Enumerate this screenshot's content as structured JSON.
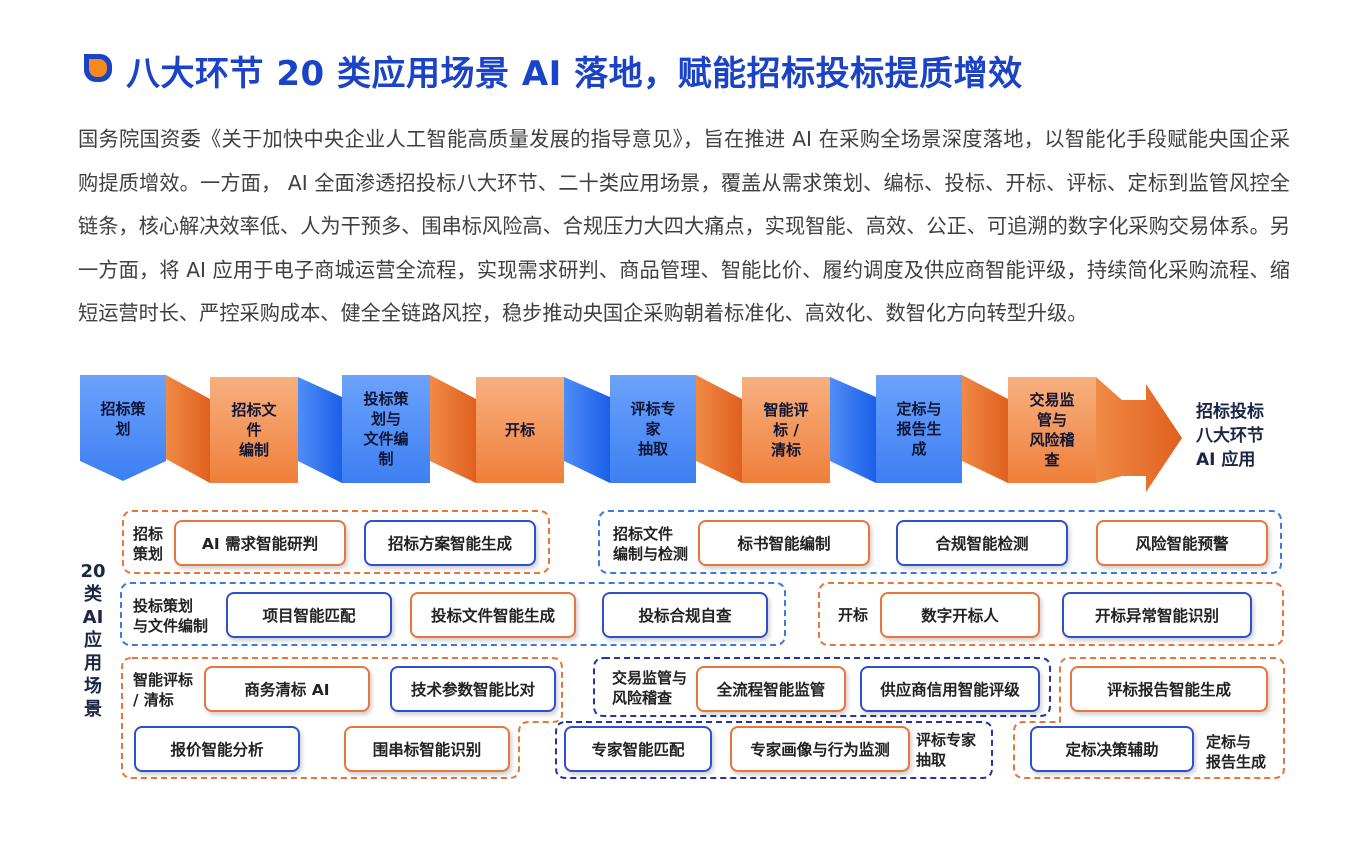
{
  "title": "八大环节 20 类应用场景 AI 落地，赋能招标投标提质增效",
  "paragraph": "国务院国资委《关于加快中央企业人工智能高质量发展的指导意见》，旨在推进 AI 在采购全场景深度落地，以智能化手段赋能央国企采购提质增效。一方面， AI 全面渗透招投标八大环节、二十类应用场景，覆盖从需求策划、编标、投标、开标、评标、定标到监管风控全链条，核心解决效率低、人为干预多、围串标风险高、合规压力大四大痛点，实现智能、高效、公正、可追溯的数字化采购交易体系。另一方面，将 AI 应用于电子商城运营全流程，实现需求研判、商品管理、智能比价、履约调度及供应商智能评级，持续简化采购流程、缩短运营时长、严控采购成本、健全全链路风控，稳步推动央国企采购朝着标准化、高效化、数智化方向转型升级。",
  "colors": {
    "blue": "#4a8cf6",
    "orange": "#f08a45",
    "navy": "#2434a8",
    "title": "#1a43c7",
    "icon": "#f58a1f"
  },
  "flow": {
    "steps": [
      "招标策\n划",
      "招标文\n件\n编制",
      "投标策\n划与\n文件编\n制",
      "开标",
      "评标专\n家\n抽取",
      "智能评\n标 /\n清标",
      "定标与\n报告生\n成",
      "交易监\n管与\n风险稽\n查"
    ],
    "end_label": "招标投标\n八大环节\nAI 应用"
  },
  "side_label": "20\n类\nAI\n应\n用\n场\n景",
  "groups": [
    {
      "label": "招标\n策划",
      "items": [
        "AI  需求智能研判",
        "招标方案智能生成"
      ]
    },
    {
      "label": "招标文件\n编制与检测",
      "items": [
        "标书智能编制",
        "合规智能检测",
        "风险智能预警"
      ]
    },
    {
      "label": "投标策划\n与文件编制",
      "items": [
        "项目智能匹配",
        "投标文件智能生成",
        "投标合规自查"
      ]
    },
    {
      "label": "开标",
      "items": [
        "数字开标人",
        "开标异常智能识别"
      ]
    },
    {
      "label": "智能评标\n/ 清标",
      "items": [
        "商务清标  AI",
        "技术参数智能比对",
        "报价智能分析",
        "围串标智能识别"
      ]
    },
    {
      "label": "交易监管与\n风险稽查",
      "items": [
        "全流程智能监管",
        "供应商信用智能评级"
      ]
    },
    {
      "label": "评标专家\n抽取",
      "items": [
        "专家智能匹配",
        "专家画像与行为监测"
      ]
    },
    {
      "label": "定标与\n报告生成",
      "items": [
        "评标报告智能生成",
        "定标决策辅助"
      ]
    }
  ]
}
